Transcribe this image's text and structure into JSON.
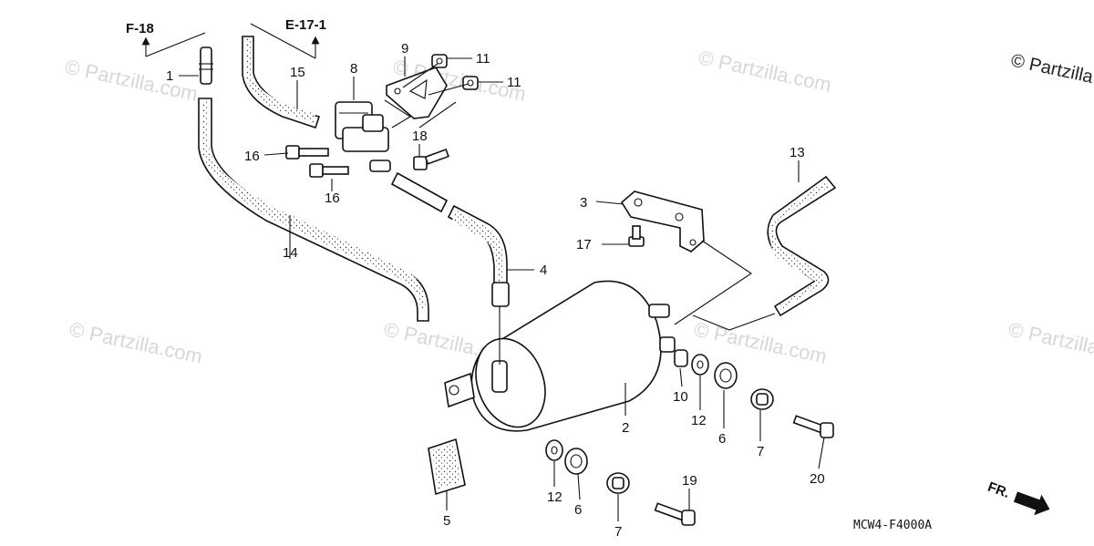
{
  "references": {
    "f18": "F-18",
    "e171": "E-17-1"
  },
  "callouts": [
    {
      "id": "c1",
      "text": "1"
    },
    {
      "id": "c2",
      "text": "2"
    },
    {
      "id": "c3",
      "text": "3"
    },
    {
      "id": "c4",
      "text": "4"
    },
    {
      "id": "c5",
      "text": "5"
    },
    {
      "id": "c6a",
      "text": "6"
    },
    {
      "id": "c6b",
      "text": "6"
    },
    {
      "id": "c7a",
      "text": "7"
    },
    {
      "id": "c7b",
      "text": "7"
    },
    {
      "id": "c8",
      "text": "8"
    },
    {
      "id": "c9",
      "text": "9"
    },
    {
      "id": "c10",
      "text": "10"
    },
    {
      "id": "c11a",
      "text": "11"
    },
    {
      "id": "c11b",
      "text": "11"
    },
    {
      "id": "c12a",
      "text": "12"
    },
    {
      "id": "c12b",
      "text": "12"
    },
    {
      "id": "c13",
      "text": "13"
    },
    {
      "id": "c14",
      "text": "14"
    },
    {
      "id": "c15",
      "text": "15"
    },
    {
      "id": "c16a",
      "text": "16"
    },
    {
      "id": "c16b",
      "text": "16"
    },
    {
      "id": "c17",
      "text": "17"
    },
    {
      "id": "c18",
      "text": "18"
    },
    {
      "id": "c19",
      "text": "19"
    },
    {
      "id": "c20",
      "text": "20"
    }
  ],
  "diagram_code": "MCW4-F4000A",
  "front_indicator": "FR.",
  "copyright": "© Partzilla",
  "watermark": "© Partzilla.com"
}
